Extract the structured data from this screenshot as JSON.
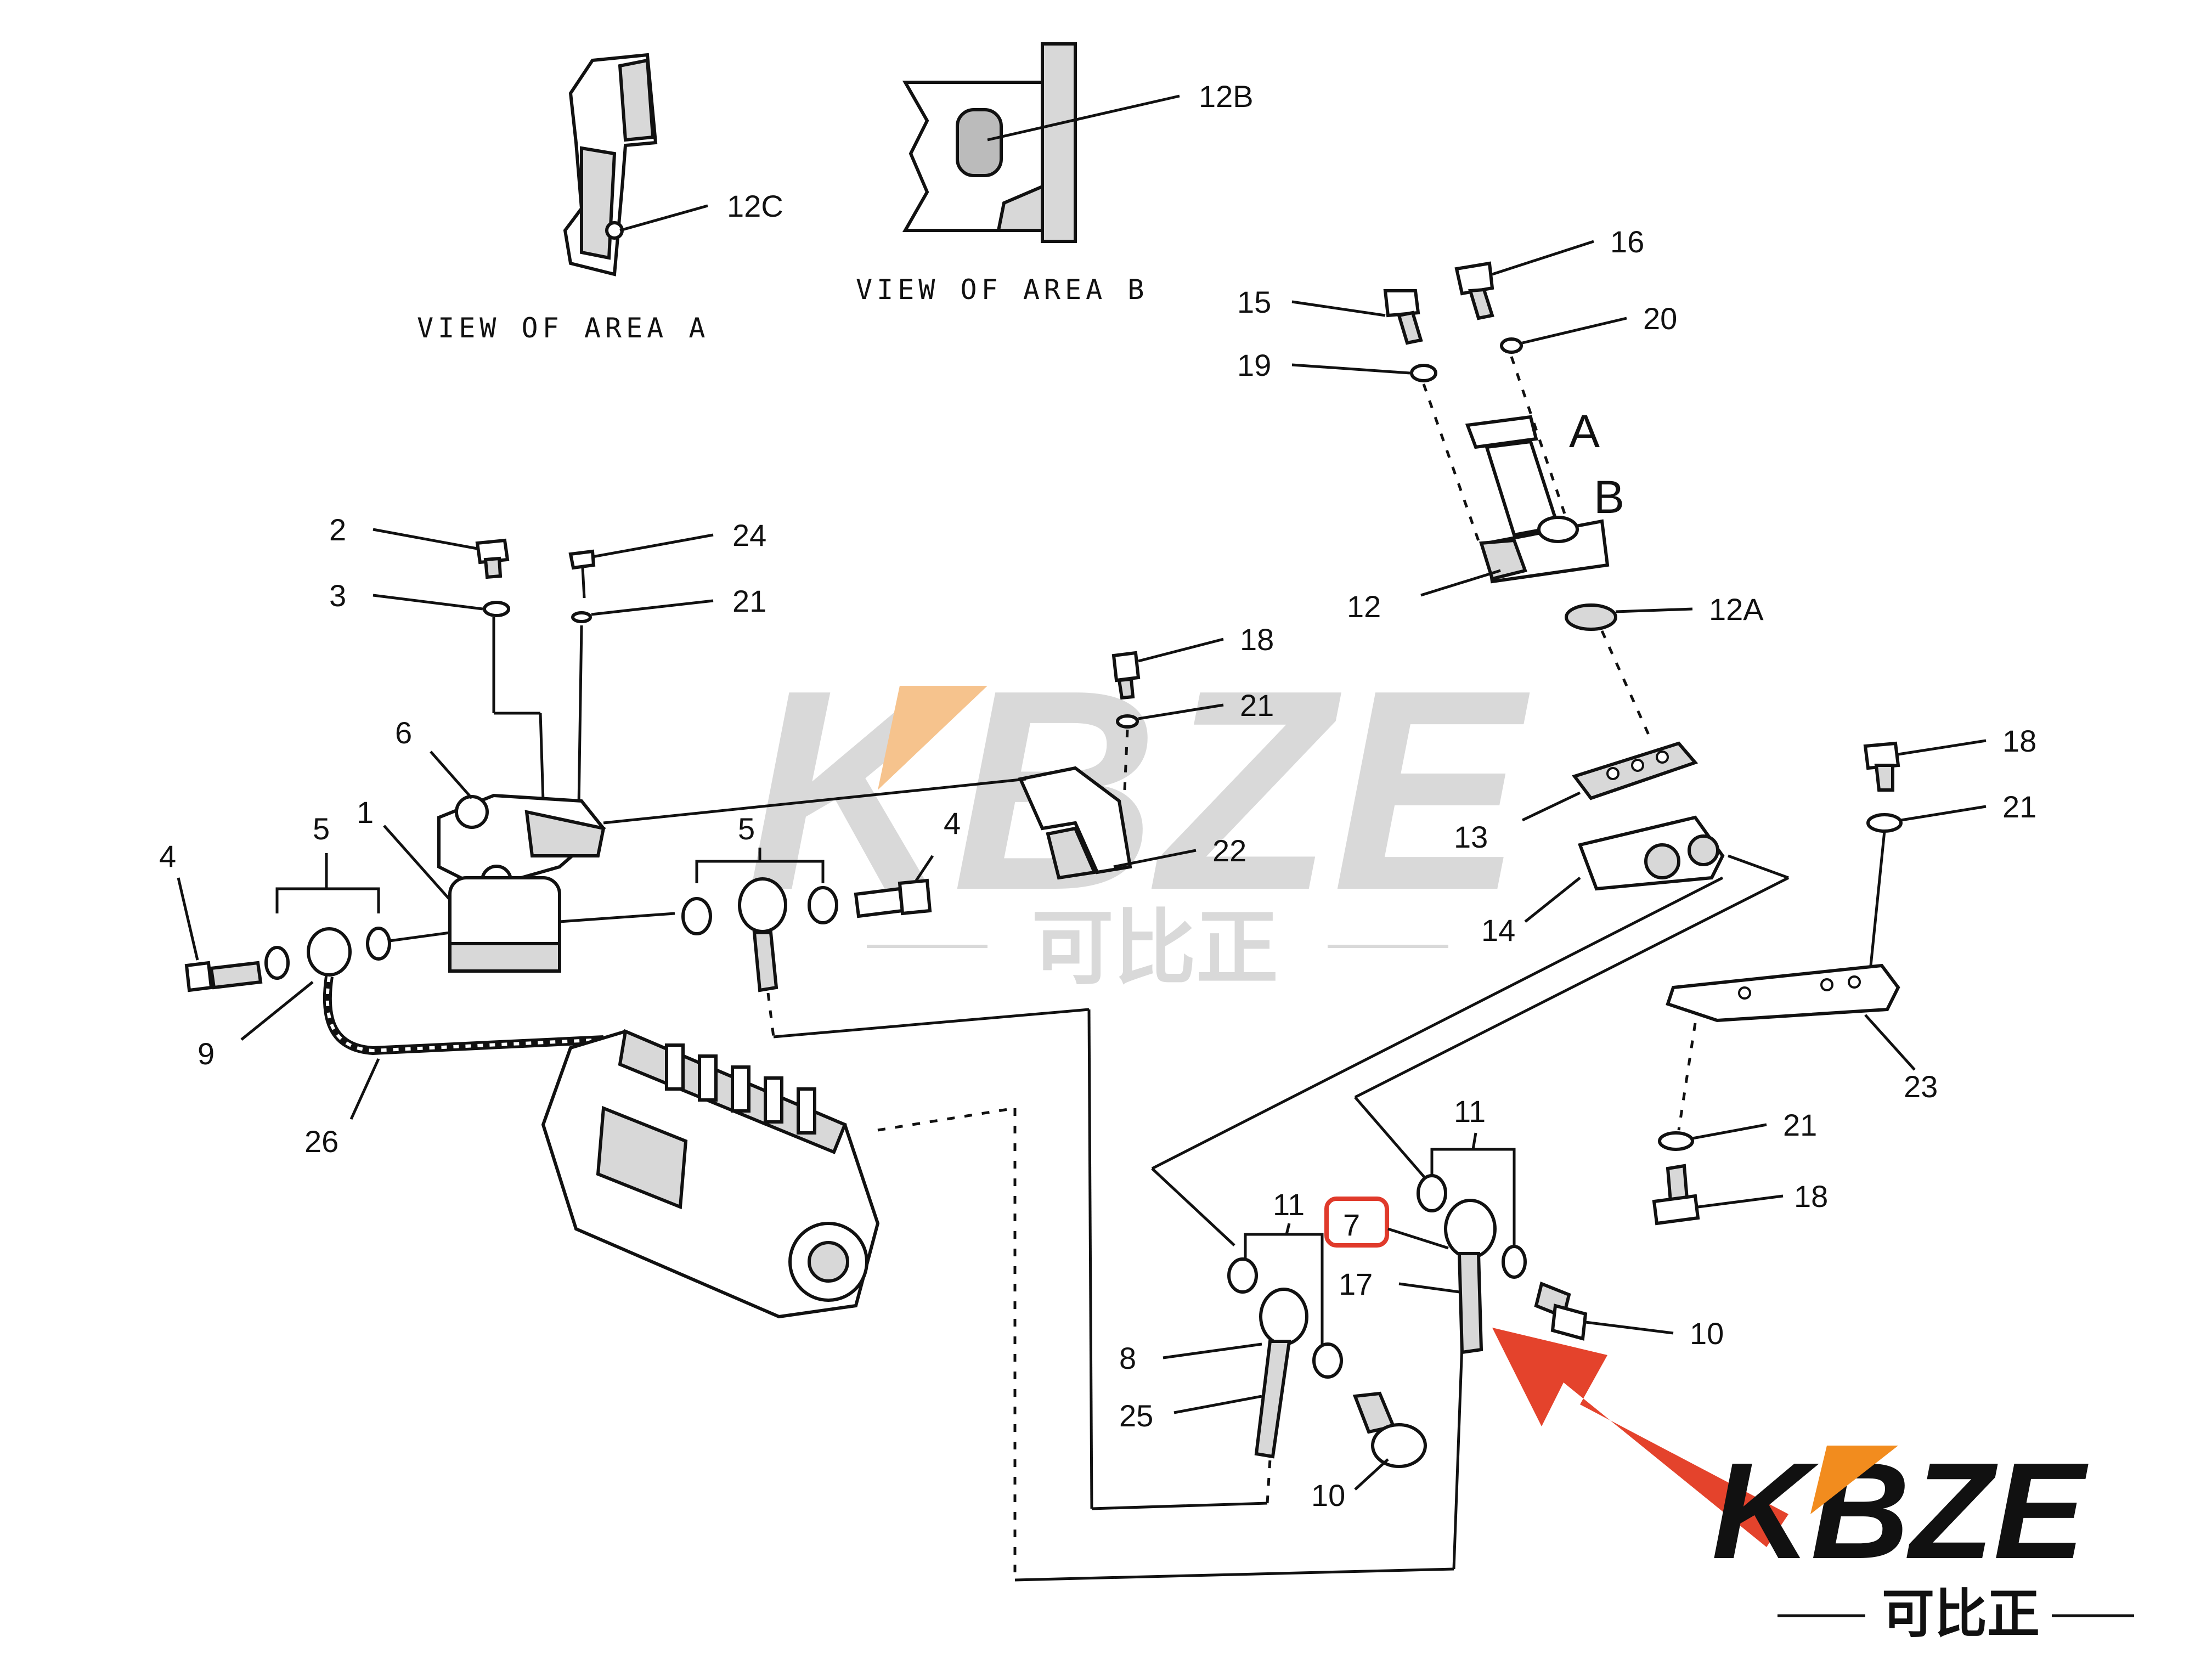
{
  "views": {
    "area_a": "VIEW OF AREA A",
    "area_b": "VIEW OF AREA B"
  },
  "area_letters": {
    "a": "A",
    "b": "B"
  },
  "callouts": {
    "c12c": "12C",
    "c12b": "12B",
    "c16": "16",
    "c15": "15",
    "c20": "20",
    "c19": "19",
    "c12": "12",
    "c12a": "12A",
    "c2": "2",
    "c24": "24",
    "c3": "3",
    "c21_top": "21",
    "c18_mid": "18",
    "c21_mid": "21",
    "c6": "6",
    "c5_left": "5",
    "c1": "1",
    "c4_left": "4",
    "c5_mid": "5",
    "c4_mid": "4",
    "c22": "22",
    "c13": "13",
    "c14": "14",
    "c18_right": "18",
    "c21_right": "21",
    "c23": "23",
    "c21_low": "21",
    "c18_low": "18",
    "c9": "9",
    "c26": "26",
    "c11_right": "11",
    "c7": "7",
    "c11_left": "11",
    "c17": "17",
    "c10_right": "10",
    "c8": "8",
    "c25": "25",
    "c10_low": "10"
  },
  "highlight": {
    "part": "7",
    "color": "#e03a2b"
  },
  "watermark": {
    "brand": "KBZE",
    "chinese": "可比正",
    "color": "#d9d9d9"
  },
  "logo": {
    "brand": "KBZE",
    "chinese": "可比正",
    "accent": "#f28c1e"
  },
  "arrow": {
    "color": "#e4432c"
  }
}
